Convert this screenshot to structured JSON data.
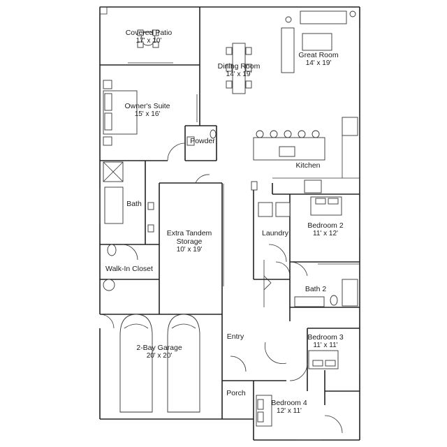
{
  "rooms": {
    "covered_patio": {
      "name": "Covered Patio",
      "size": "17' x 10'"
    },
    "dining_room": {
      "name": "Dining Room",
      "size": "14' x 19'"
    },
    "great_room": {
      "name": "Great Room",
      "size": "14' x 19'"
    },
    "owners_suite": {
      "name": "Owner's Suite",
      "size": "15' x 16'"
    },
    "powder": {
      "name": "Powder"
    },
    "kitchen": {
      "name": "Kitchen"
    },
    "bath": {
      "name": "Bath"
    },
    "extra_storage": {
      "name_line1": "Extra Tandem",
      "name_line2": "Storage",
      "size": "10' x 19'"
    },
    "laundry": {
      "name": "Laundry"
    },
    "bedroom_2": {
      "name": "Bedroom 2",
      "size": "11' x 12'"
    },
    "walk_in_closet": {
      "name": "Walk-In Closet"
    },
    "bath_2": {
      "name": "Bath 2"
    },
    "garage": {
      "name": "2-Bay Garage",
      "size": "20' x 20'"
    },
    "entry": {
      "name": "Entry"
    },
    "bedroom_3": {
      "name": "Bedroom 3",
      "size": "11' x 11'"
    },
    "porch": {
      "name": "Porch"
    },
    "bedroom_4": {
      "name": "Bedroom 4",
      "size": "12' x 11'"
    }
  }
}
